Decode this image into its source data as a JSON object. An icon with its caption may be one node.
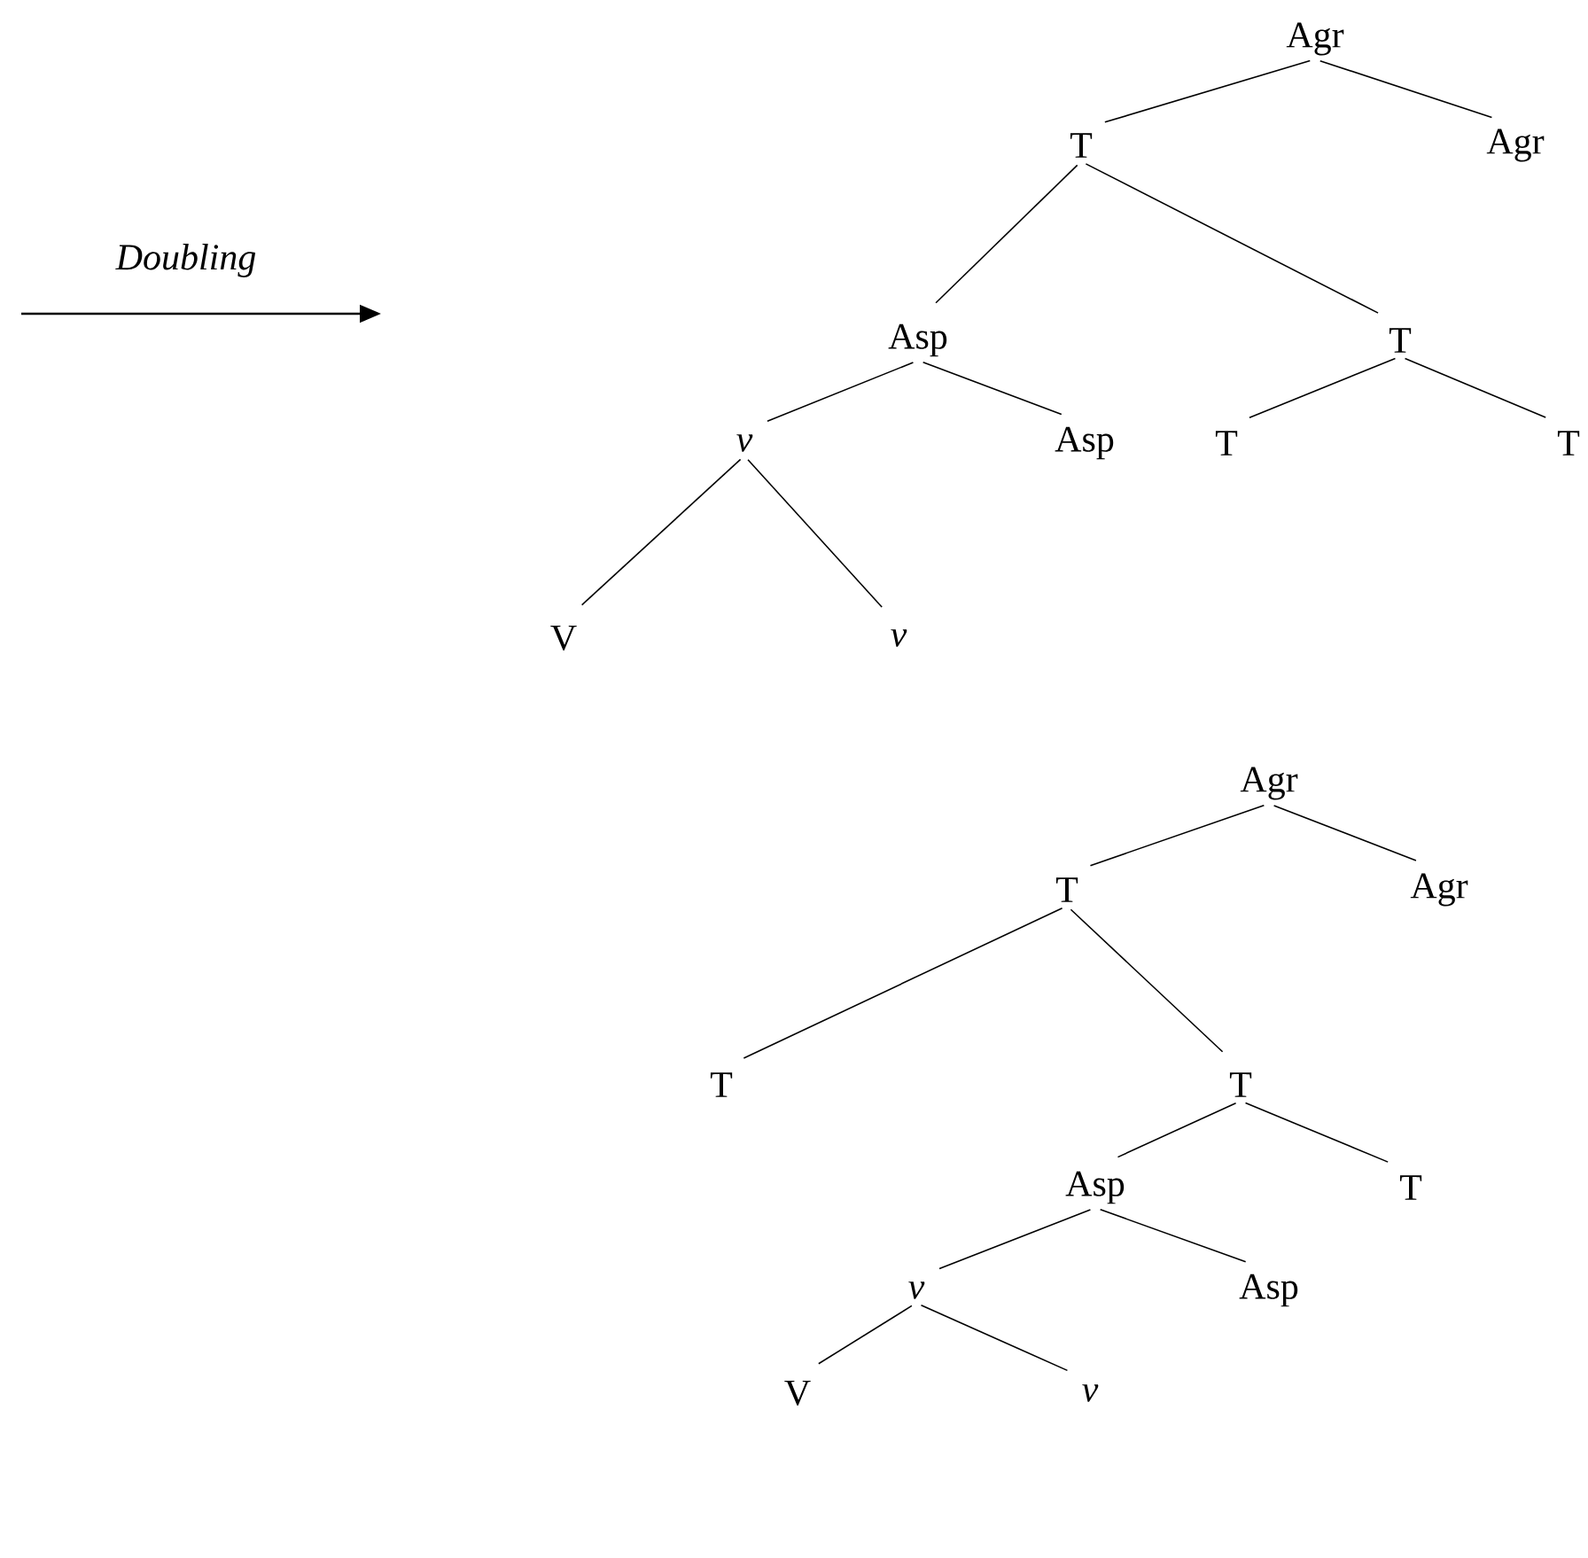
{
  "diagram": {
    "nodes": [
      {
        "text": [
          "Agr"
        ]
      },
      {
        "text": [
          "T"
        ]
      },
      {
        "text": [
          "Agr"
        ]
      },
      {
        "text": [
          "Asp"
        ]
      },
      {
        "text": [
          "T"
        ]
      },
      {
        "text": [
          "v"
        ]
      },
      {
        "text": [
          "Asp"
        ]
      },
      {
        "text": [
          "T"
        ]
      },
      {
        "text": [
          "T"
        ]
      },
      {
        "text": [
          "V"
        ]
      },
      {
        "text": [
          "v"
        ]
      },
      {
        "text": [
          "Agr"
        ]
      },
      {
        "text": [
          "T"
        ]
      },
      {
        "text": [
          "Agr"
        ]
      },
      {
        "text": [
          "T"
        ]
      },
      {
        "text": [
          "T"
        ]
      },
      {
        "text": [
          "Asp"
        ]
      },
      {
        "text": [
          "T"
        ]
      },
      {
        "text": [
          "v"
        ]
      },
      {
        "text": [
          "Asp"
        ]
      },
      {
        "text": [
          "V"
        ]
      },
      {
        "text": [
          "v"
        ]
      }
    ],
    "edges": [
      {
        "from": 0,
        "to": 1,
        "arrow": "none"
      },
      {
        "from": 0,
        "to": 2,
        "arrow": "none"
      },
      {
        "from": 1,
        "to": 3,
        "arrow": "none"
      },
      {
        "from": 1,
        "to": 4,
        "arrow": "none"
      },
      {
        "from": 3,
        "to": 5,
        "arrow": "none"
      },
      {
        "from": 3,
        "to": 6,
        "arrow": "none"
      },
      {
        "from": 4,
        "to": 7,
        "arrow": "none"
      },
      {
        "from": 4,
        "to": 8,
        "arrow": "none"
      },
      {
        "from": 5,
        "to": 9,
        "arrow": "none"
      },
      {
        "from": 5,
        "to": 10,
        "arrow": "none"
      },
      {
        "from": 11,
        "to": 12,
        "arrow": "none"
      },
      {
        "from": 11,
        "to": 13,
        "arrow": "none"
      },
      {
        "from": 12,
        "to": 14,
        "arrow": "none"
      },
      {
        "from": 12,
        "to": 15,
        "arrow": "none"
      },
      {
        "from": 15,
        "to": 16,
        "arrow": "none"
      },
      {
        "from": 15,
        "to": 17,
        "arrow": "none"
      },
      {
        "from": 16,
        "to": 18,
        "arrow": "none"
      },
      {
        "from": 16,
        "to": 19,
        "arrow": "none"
      },
      {
        "from": 18,
        "to": 20,
        "arrow": "none"
      },
      {
        "from": 18,
        "to": 21,
        "arrow": "none"
      }
    ],
    "labels": [
      "Doubling"
    ]
  }
}
